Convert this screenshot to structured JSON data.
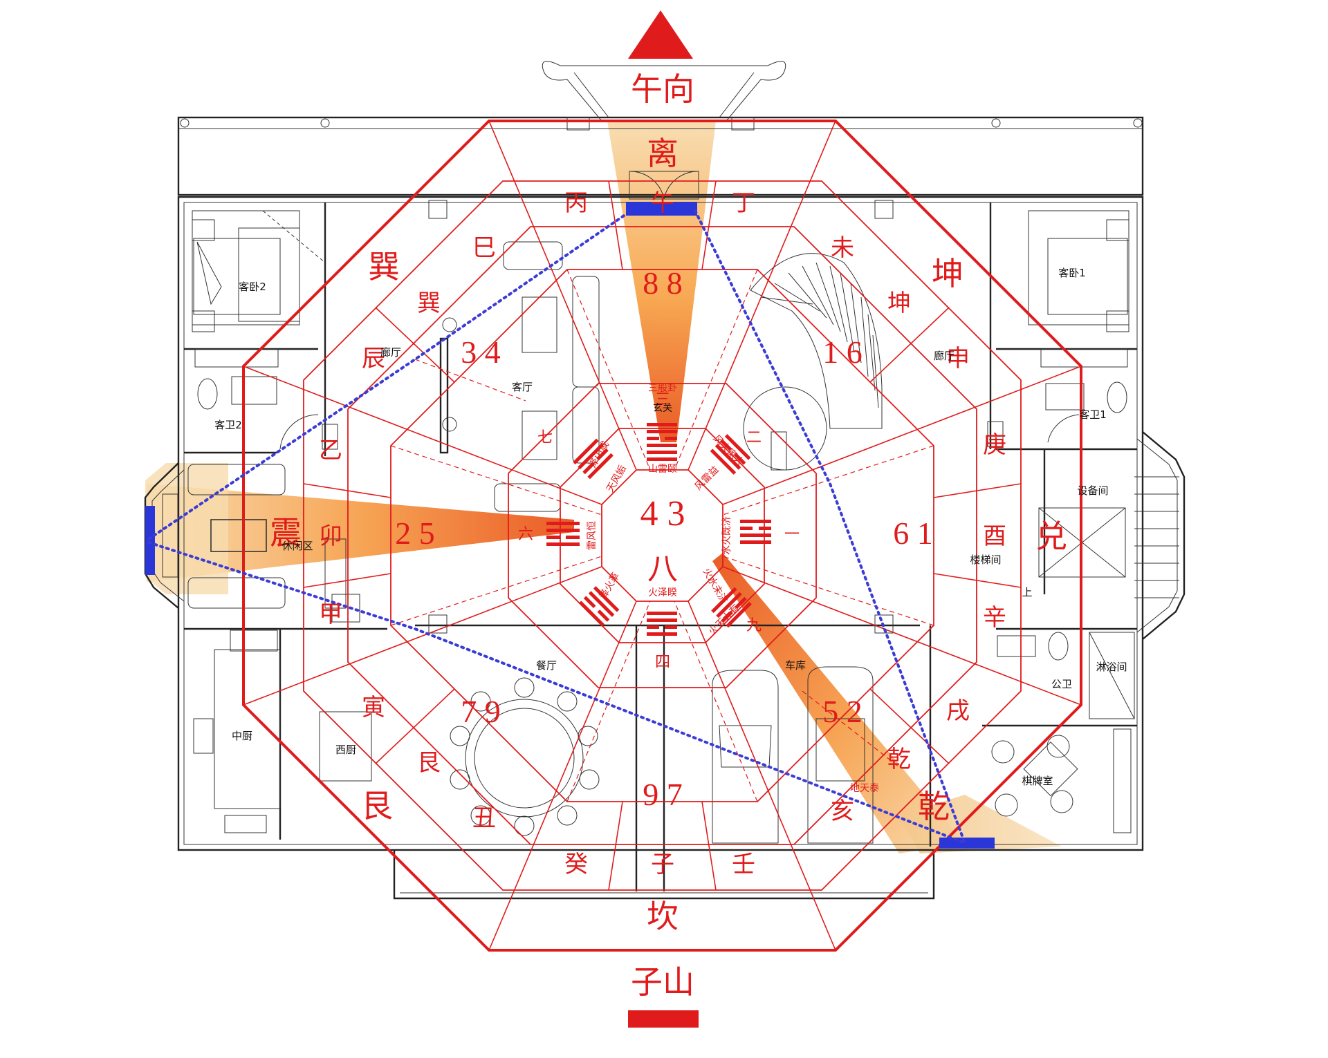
{
  "orientation": {
    "top_label": "午向",
    "bottom_label": "子山"
  },
  "trigrams": [
    "离",
    "坤",
    "兑",
    "乾",
    "坎",
    "艮",
    "震",
    "巽"
  ],
  "mountains": [
    "丙",
    "午",
    "丁",
    "未",
    "坤",
    "申",
    "庚",
    "酉",
    "辛",
    "戌",
    "乾",
    "亥",
    "壬",
    "子",
    "癸",
    "丑",
    "艮",
    "寅",
    "甲",
    "卯",
    "乙",
    "辰",
    "巽",
    "巳"
  ],
  "star_pairs": [
    "8 8",
    "1 6",
    "6 1",
    "5 2",
    "9 7",
    "7 9",
    "2 5",
    "3 4"
  ],
  "center": {
    "pair": "4 3",
    "period": "八"
  },
  "inner_numerals": [
    "三",
    "七",
    "二",
    "六",
    "一",
    "四",
    "九"
  ],
  "hexagram_labels": [
    "三般卦",
    "玄关",
    "天风姤",
    "泽火革",
    "火泽睽",
    "山雷颐",
    "风雷益",
    "水火既济",
    "火水未济",
    "雷风恒",
    "地天泰",
    "泽山咸",
    "风火家人",
    "火天大有"
  ],
  "rooms": {
    "guest_bed_2": "客卧2",
    "guest_bed_1": "客卧1",
    "guest_bath_2": "客卫2",
    "guest_bath_1": "客卫1",
    "corridor_left": "廊厅",
    "corridor_right": "廊厅",
    "living": "客厅",
    "leisure": "休闲区",
    "dining": "餐厅",
    "garage": "车库",
    "chinese_kitchen": "中厨",
    "western_kitchen": "西厨",
    "equipment": "设备间",
    "stairs": "楼梯间",
    "public_bath": "公卫",
    "shower": "淋浴间",
    "chess_room": "棋牌室",
    "up_mark": "上"
  },
  "colors": {
    "red": "#e01b1b",
    "blue": "#2a36d8",
    "sector_orange": "#f07a1a",
    "sector_light": "#f6d9a8",
    "walls": "#222222"
  }
}
